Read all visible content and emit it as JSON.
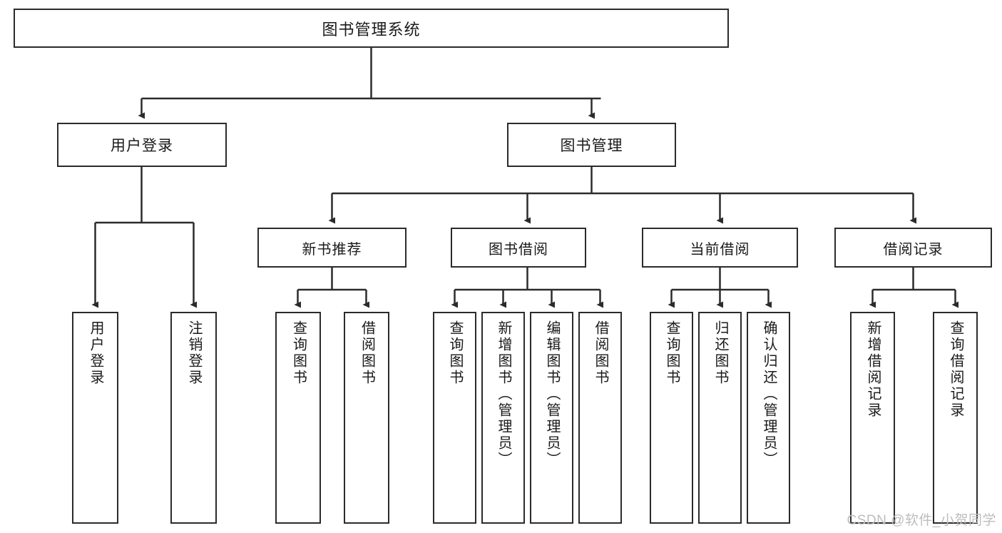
{
  "diagram": {
    "title": "图书管理系统",
    "type": "tree",
    "stroke_color": "#2b2b2b",
    "fill_color": "#ffffff",
    "text_color": "#1a1a1a"
  },
  "root": {
    "label": "图书管理系统"
  },
  "branches": [
    {
      "label": "用户登录"
    },
    {
      "label": "图书管理"
    }
  ],
  "subbranches": [
    {
      "label": "新书推荐"
    },
    {
      "label": "图书借阅"
    },
    {
      "label": "当前借阅"
    },
    {
      "label": "借阅记录"
    }
  ],
  "leaves": {
    "user_login": [
      {
        "label": "用户登录"
      },
      {
        "label": "注销登录"
      }
    ],
    "new_book": [
      {
        "label": "查询图书"
      },
      {
        "label": "借阅图书"
      }
    ],
    "book_borrow": [
      {
        "label": "查询图书"
      },
      {
        "label": "新增图书（管理员）"
      },
      {
        "label": "编辑图书（管理员）"
      },
      {
        "label": "借阅图书"
      }
    ],
    "current_borrow": [
      {
        "label": "查询图书"
      },
      {
        "label": "归还图书"
      },
      {
        "label": "确认归还（管理员）"
      }
    ],
    "borrow_record": [
      {
        "label": "新增借阅记录"
      },
      {
        "label": "查询借阅记录"
      }
    ]
  },
  "watermark": {
    "text": "CSDN @软件_小贺同学"
  }
}
